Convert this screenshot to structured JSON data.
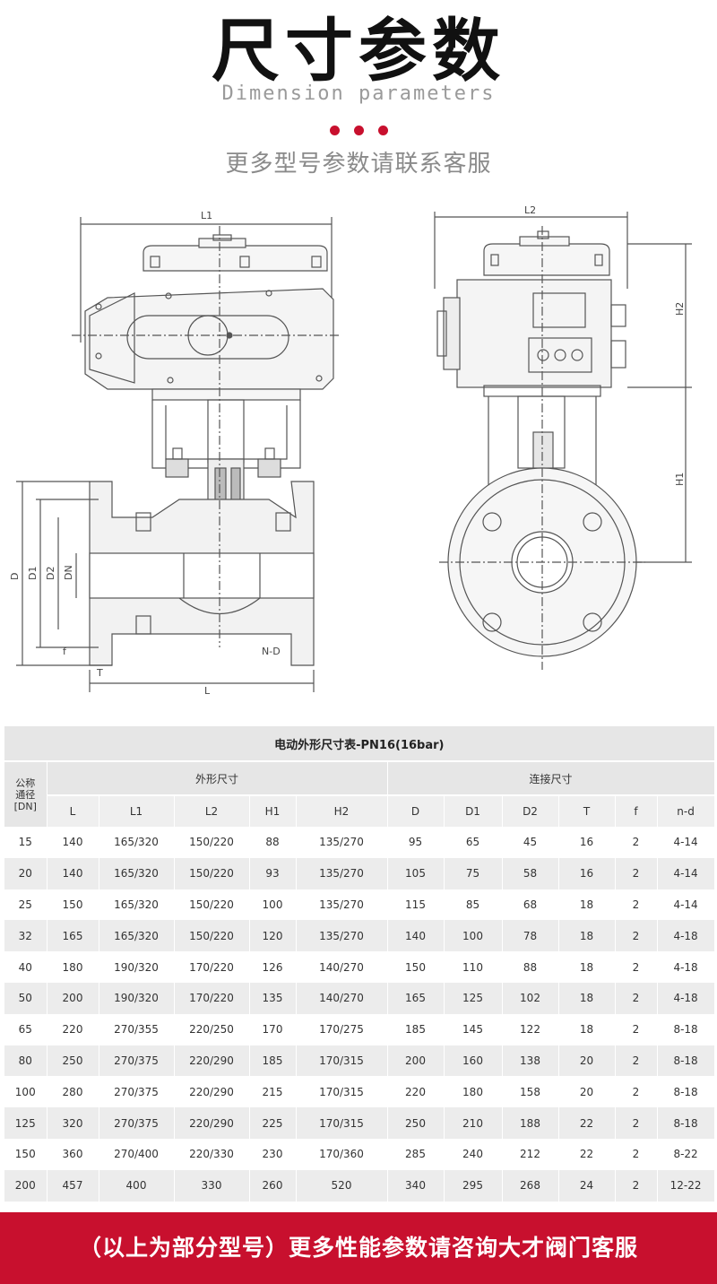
{
  "header": {
    "title": "尺寸参数",
    "subtitle": "Dimension parameters",
    "contact_note": "更多型号参数请联系客服"
  },
  "drawing": {
    "front_view": {
      "dims_top": "L1",
      "dims_left": [
        "D",
        "D1",
        "D2",
        "DN"
      ],
      "dims_bottom": [
        "f",
        "T",
        "L"
      ],
      "bolt_label": "N-D"
    },
    "side_view": {
      "dims_top": "L2",
      "dims_right": [
        "H2",
        "H1"
      ]
    }
  },
  "table": {
    "caption": "电动外形尺寸表-PN16(16bar)",
    "dn_header": [
      "公称",
      "通径",
      "[DN]"
    ],
    "group_outline": "外形尺寸",
    "group_connection": "连接尺寸",
    "columns": [
      "L",
      "L1",
      "L2",
      "H1",
      "H2",
      "D",
      "D1",
      "D2",
      "T",
      "f",
      "n-d"
    ],
    "rows": [
      [
        "15",
        "140",
        "165/320",
        "150/220",
        "88",
        "135/270",
        "95",
        "65",
        "45",
        "16",
        "2",
        "4-14"
      ],
      [
        "20",
        "140",
        "165/320",
        "150/220",
        "93",
        "135/270",
        "105",
        "75",
        "58",
        "16",
        "2",
        "4-14"
      ],
      [
        "25",
        "150",
        "165/320",
        "150/220",
        "100",
        "135/270",
        "115",
        "85",
        "68",
        "18",
        "2",
        "4-14"
      ],
      [
        "32",
        "165",
        "165/320",
        "150/220",
        "120",
        "135/270",
        "140",
        "100",
        "78",
        "18",
        "2",
        "4-18"
      ],
      [
        "40",
        "180",
        "190/320",
        "170/220",
        "126",
        "140/270",
        "150",
        "110",
        "88",
        "18",
        "2",
        "4-18"
      ],
      [
        "50",
        "200",
        "190/320",
        "170/220",
        "135",
        "140/270",
        "165",
        "125",
        "102",
        "18",
        "2",
        "4-18"
      ],
      [
        "65",
        "220",
        "270/355",
        "220/250",
        "170",
        "170/275",
        "185",
        "145",
        "122",
        "18",
        "2",
        "8-18"
      ],
      [
        "80",
        "250",
        "270/375",
        "220/290",
        "185",
        "170/315",
        "200",
        "160",
        "138",
        "20",
        "2",
        "8-18"
      ],
      [
        "100",
        "280",
        "270/375",
        "220/290",
        "215",
        "170/315",
        "220",
        "180",
        "158",
        "20",
        "2",
        "8-18"
      ],
      [
        "125",
        "320",
        "270/375",
        "220/290",
        "225",
        "170/315",
        "250",
        "210",
        "188",
        "22",
        "2",
        "8-18"
      ],
      [
        "150",
        "360",
        "270/400",
        "220/330",
        "230",
        "170/360",
        "285",
        "240",
        "212",
        "22",
        "2",
        "8-22"
      ],
      [
        "200",
        "457",
        "400",
        "330",
        "260",
        "520",
        "340",
        "295",
        "268",
        "24",
        "2",
        "12-22"
      ]
    ]
  },
  "footer": {
    "text": "（以上为部分型号）更多性能参数请咨询大才阀门客服"
  },
  "colors": {
    "accent": "#c8102e",
    "table_header_bg": "#e6e6e6",
    "table_stripe_bg": "#ececec"
  }
}
